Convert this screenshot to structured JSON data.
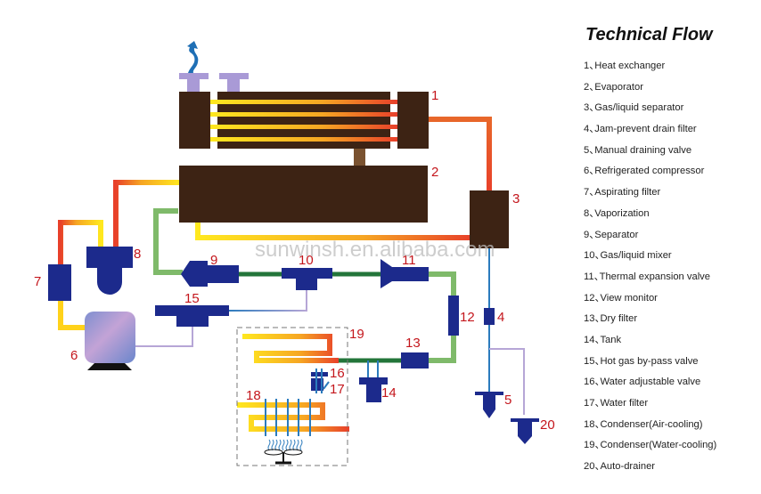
{
  "legend": {
    "title": "Technical Flow",
    "separator": "、",
    "items": [
      {
        "num": "1",
        "label": "Heat exchanger"
      },
      {
        "num": "2",
        "label": "Evaporator"
      },
      {
        "num": "3",
        "label": "Gas/liquid separator"
      },
      {
        "num": "4",
        "label": "Jam-prevent drain filter"
      },
      {
        "num": "5",
        "label": "Manual draining valve"
      },
      {
        "num": "6",
        "label": "Refrigerated compressor"
      },
      {
        "num": "7",
        "label": "Aspirating filter"
      },
      {
        "num": "8",
        "label": "Vaporization"
      },
      {
        "num": "9",
        "label": "Separator"
      },
      {
        "num": "10",
        "label": "Gas/liquid mixer"
      },
      {
        "num": "11",
        "label": "Thermal expansion valve"
      },
      {
        "num": "12",
        "label": "View monitor"
      },
      {
        "num": "13",
        "label": "Dry filter"
      },
      {
        "num": "14",
        "label": "Tank"
      },
      {
        "num": "15",
        "label": "Hot gas by-pass valve"
      },
      {
        "num": "16",
        "label": "Water adjustable valve"
      },
      {
        "num": "17",
        "label": "Water filter"
      },
      {
        "num": "18",
        "label": "Condenser(Air-cooling)"
      },
      {
        "num": "19",
        "label": "Condenser(Water-cooling)"
      },
      {
        "num": "20",
        "label": "Auto-drainer"
      }
    ]
  },
  "diagram": {
    "labels": {
      "c1": "1",
      "c2": "2",
      "c3": "3",
      "c4": "4",
      "c5": "5",
      "c6": "6",
      "c7": "7",
      "c8": "8",
      "c9": "9",
      "c10": "10",
      "c11": "11",
      "c12": "12",
      "c13": "13",
      "c14": "14",
      "c15": "15",
      "c16": "16",
      "c17": "17",
      "c18": "18",
      "c19": "19",
      "c20": "20"
    },
    "watermark": "sunwinsh.en.alibaba.com",
    "colors": {
      "unit_brown": "#3d2314",
      "component_blue": "#1c2a8c",
      "label_red": "#c4161c",
      "hot_yellow": "#ffe21a",
      "hot_red": "#e8402a",
      "liquid_green_dark": "#23753a",
      "liquid_green_light": "#7fba6a",
      "drain_blue": "#2b7bbd",
      "drain_lavender": "#b6a6d6",
      "fitting_lavender": "#a99ad6"
    }
  }
}
